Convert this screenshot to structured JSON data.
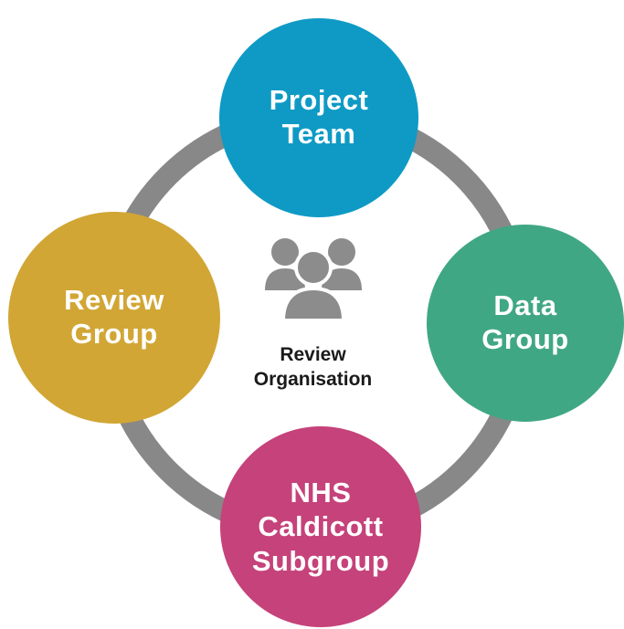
{
  "nodes": {
    "project_team": {
      "label": "Project\nTeam",
      "color": "#0e9ac5"
    },
    "review_group": {
      "label": "Review\nGroup",
      "color": "#d1a635"
    },
    "data_group": {
      "label": "Data\nGroup",
      "color": "#40a784"
    },
    "nhs_subgroup": {
      "label": "NHS\nCaldicott\nSubgroup",
      "color": "#c5427a"
    }
  },
  "center": {
    "label": "Review\nOrganisation",
    "icon": "people-group-icon"
  },
  "ring_color": "#888888"
}
